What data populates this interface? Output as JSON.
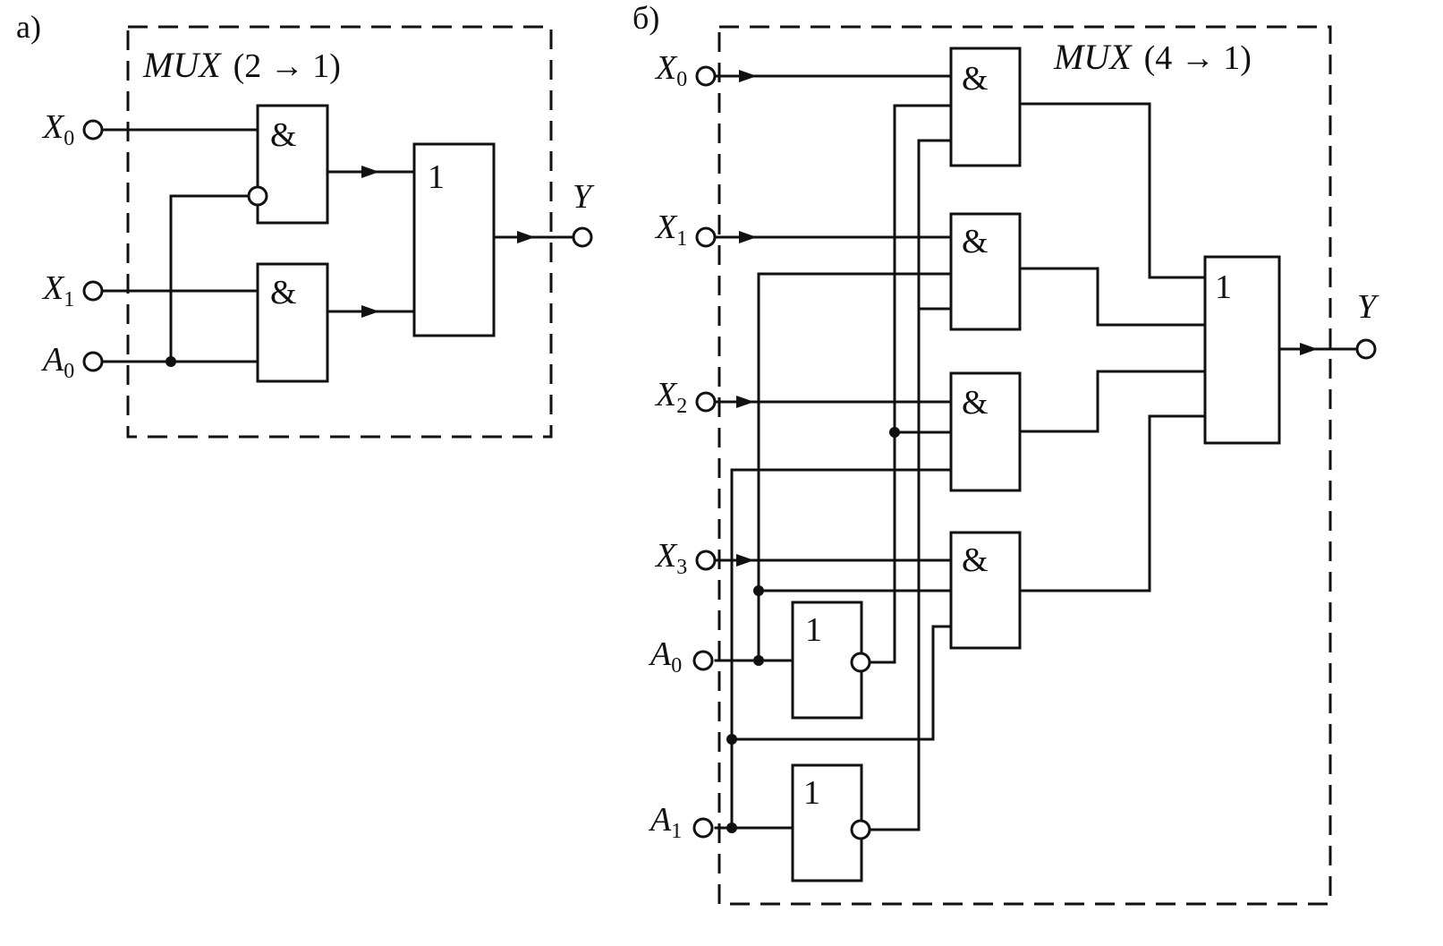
{
  "panel_a": {
    "label": "а)",
    "title": "MUX",
    "title_suffix": "(2 → 1)",
    "inputs": [
      {
        "name": "X",
        "sub": "0"
      },
      {
        "name": "X",
        "sub": "1"
      },
      {
        "name": "A",
        "sub": "0"
      }
    ],
    "gates": {
      "and_1": "&",
      "and_2": "&",
      "or": "1"
    },
    "output": {
      "name": "Y"
    }
  },
  "panel_b": {
    "label": "б)",
    "title": "MUX",
    "title_suffix": "(4 → 1)",
    "inputs": [
      {
        "name": "X",
        "sub": "0"
      },
      {
        "name": "X",
        "sub": "1"
      },
      {
        "name": "X",
        "sub": "2"
      },
      {
        "name": "X",
        "sub": "3"
      },
      {
        "name": "A",
        "sub": "0"
      },
      {
        "name": "A",
        "sub": "1"
      }
    ],
    "gates": {
      "and_1": "&",
      "and_2": "&",
      "and_3": "&",
      "and_4": "&",
      "or": "1",
      "not_a0": "1",
      "not_a1": "1"
    },
    "output": {
      "name": "Y"
    }
  }
}
